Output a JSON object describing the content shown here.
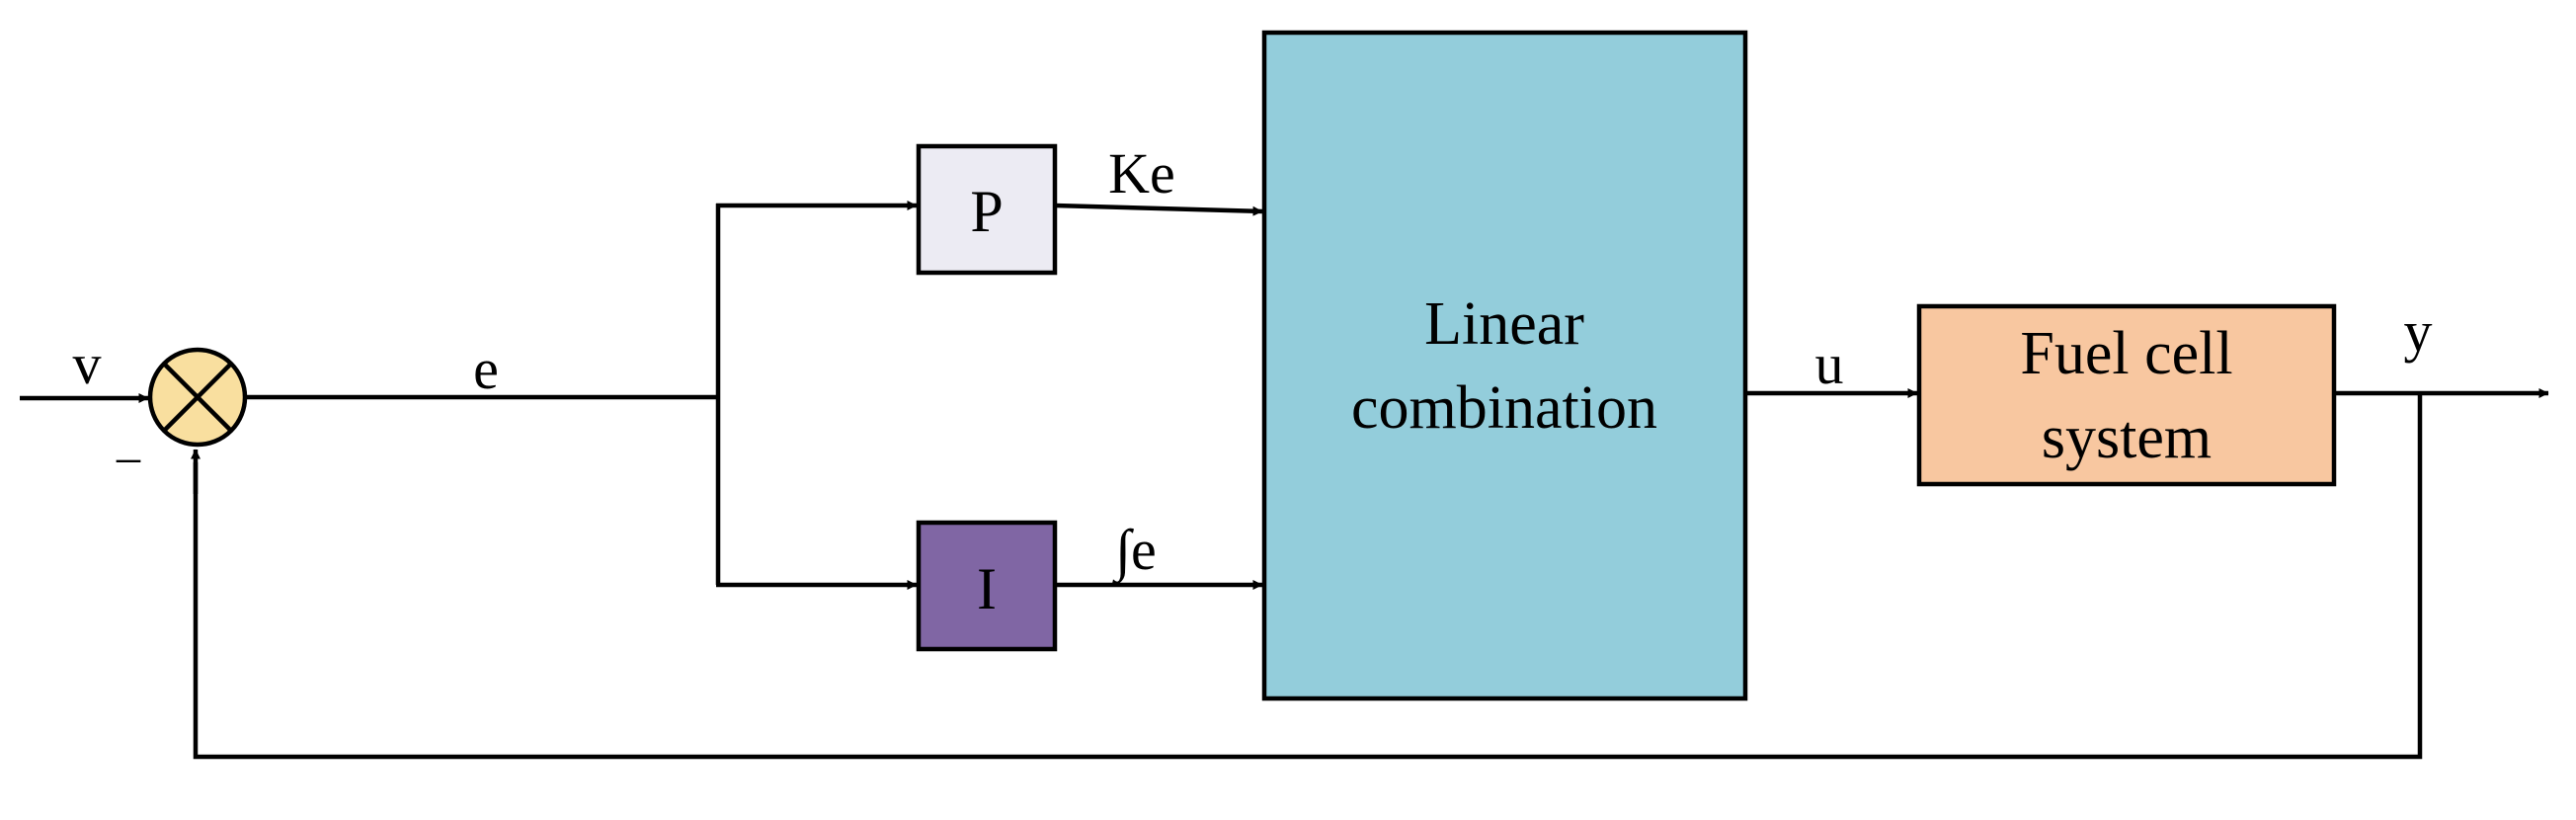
{
  "blocks": {
    "p": {
      "label": "P",
      "fill": "#ecebf3"
    },
    "i": {
      "label": "I",
      "fill": "#8066a4"
    },
    "linear": {
      "line1": "Linear",
      "line2": "combination",
      "fill": "#93cddb"
    },
    "plant": {
      "line1": "Fuel cell",
      "line2": "system",
      "fill": "#f8c7a0"
    }
  },
  "summing_junction": {
    "fill": "#f9df9f",
    "minus_sign": "_"
  },
  "signals": {
    "reference": "v",
    "error": "e",
    "proportional_out": "Ke",
    "integral_out": "∫e",
    "control": "u",
    "output": "y"
  }
}
